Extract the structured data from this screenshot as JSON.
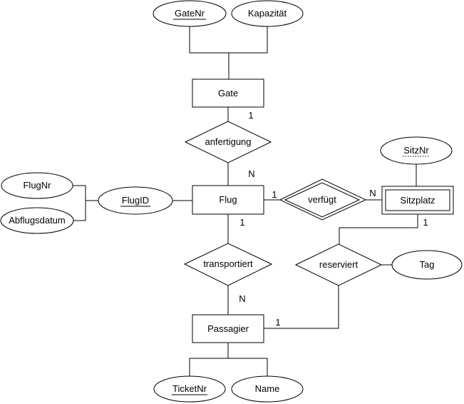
{
  "diagram": {
    "kind": "entity-relationship-diagram",
    "colors": {
      "background": "#ffffff",
      "shape_fill": "#ffffff",
      "stroke": "#000000",
      "text": "#000000"
    },
    "entities": {
      "gate": {
        "label": "Gate",
        "type": "strong"
      },
      "flug": {
        "label": "Flug",
        "type": "strong"
      },
      "sitzplatz": {
        "label": "Sitzplatz",
        "type": "weak-double-border"
      },
      "passagier": {
        "label": "Passagier",
        "type": "strong"
      }
    },
    "relationships": {
      "anfertigung": {
        "label": "anfertigung",
        "type": "regular"
      },
      "verfuegt": {
        "label": "verfügt",
        "type": "identifying-double-border"
      },
      "transportiert": {
        "label": "transportiert",
        "type": "regular"
      },
      "reserviert": {
        "label": "reserviert",
        "type": "regular"
      }
    },
    "attributes": {
      "gatenr": {
        "label": "GateNr",
        "underline": "solid",
        "owner": "Gate"
      },
      "kapazitaet": {
        "label": "Kapazität",
        "underline": "none",
        "owner": "Gate"
      },
      "flugnr": {
        "label": "FlugNr",
        "underline": "none",
        "owner": "Flug"
      },
      "abflugsdatum": {
        "label": "Abflugsdatum",
        "underline": "none",
        "owner": "Flug"
      },
      "flugid": {
        "label": "FlugID",
        "underline": "solid",
        "owner": "Flug"
      },
      "sitznr": {
        "label": "SitzNr",
        "underline": "dotted",
        "owner": "Sitzplatz"
      },
      "tag": {
        "label": "Tag",
        "underline": "none",
        "owner": "reserviert"
      },
      "ticketnr": {
        "label": "TicketNr",
        "underline": "solid",
        "owner": "Passagier"
      },
      "name": {
        "label": "Name",
        "underline": "none",
        "owner": "Passagier"
      }
    },
    "cardinalities": {
      "gate_anfertigung": {
        "label": "1"
      },
      "anfertigung_flug": {
        "label": "N"
      },
      "flug_verfuegt": {
        "label": "1"
      },
      "verfuegt_sitzplatz": {
        "label": "N"
      },
      "flug_transportiert": {
        "label": "1"
      },
      "transportiert_passagier": {
        "label": "N"
      },
      "sitzplatz_reserviert": {
        "label": "1"
      },
      "passagier_reserviert": {
        "label": "1"
      }
    }
  }
}
